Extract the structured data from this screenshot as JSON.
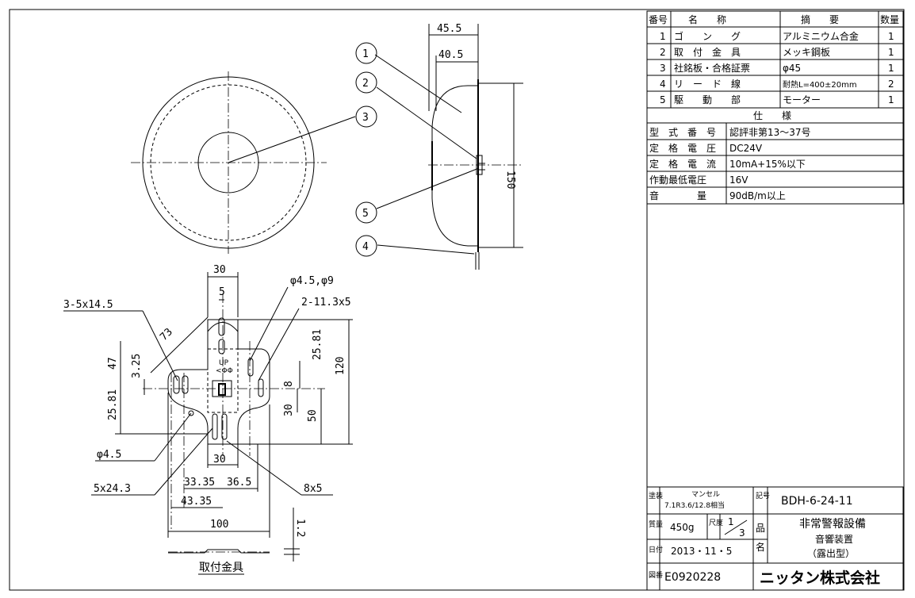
{
  "parts_table": {
    "headers": {
      "no": "番号",
      "name": "名　　称",
      "spec": "摘　　要",
      "qty": "数量"
    },
    "rows": [
      {
        "no": "1",
        "name": "ゴ　　ン　　グ",
        "spec": "アルミニウム合金",
        "qty": "1"
      },
      {
        "no": "2",
        "name": "取　付　金　具",
        "spec": "メッキ鋼板",
        "qty": "1"
      },
      {
        "no": "3",
        "name": "社銘板・合格証票",
        "spec": "φ45",
        "qty": "1"
      },
      {
        "no": "4",
        "name": "リ　ー　ド　線",
        "spec": "耐熱L=400±20mm",
        "qty": "2"
      },
      {
        "no": "5",
        "name": "駆　　動　　部",
        "spec": "モーター",
        "qty": "1"
      }
    ]
  },
  "spec_table": {
    "title": "仕　　様",
    "rows": [
      {
        "label": "型　式　番　号",
        "value": "認評非第13～37号"
      },
      {
        "label": "定　格　電　圧",
        "value": "DC24V"
      },
      {
        "label": "定　格　電　流",
        "value": "10mA+15%以下"
      },
      {
        "label": "作動最低電圧",
        "value": "16V"
      },
      {
        "label": "音　　　　量",
        "value": "90dB/m以上"
      }
    ]
  },
  "title_block": {
    "paint_label": "塗装",
    "paint_top": "マンセル",
    "paint_value": "7.1R3.6/12.8相当",
    "symbol_label": "記号",
    "symbol_value": "BDH-6-24-11",
    "mass_label": "質量",
    "mass_value": "450g",
    "scale_label": "尺度",
    "scale_num": "1",
    "scale_den": "3",
    "product_label": "品",
    "name_label": "名",
    "product_l1": "非常警報設備",
    "product_l2": "音響装置",
    "product_l3": "（露出型）",
    "date_label": "日付",
    "date_value": "2013・11・5",
    "drawing_label": "図番",
    "drawing_value": "E0920228",
    "company": "ニッタン株式会社"
  },
  "dimensions": {
    "d45_5": "45.5",
    "d40_5": "40.5",
    "d150": "150",
    "d30_top": "30",
    "d5": "5",
    "hole_dia": "φ4.5,φ9",
    "slot_a": "3-5x14.5",
    "slot_b": "2-11.3x5",
    "d73": "73",
    "d47": "47",
    "d3_25": "3.25",
    "d25_81_l": "25.81",
    "d25_81_r": "25.81",
    "d8": "8",
    "d30_r": "30",
    "d50": "50",
    "d120": "120",
    "phi4_5": "φ4.5",
    "d30_bot": "30",
    "d33_35": "33.35",
    "d36_5": "36.5",
    "d43_35": "43.35",
    "d5x24_3": "5x24.3",
    "d8x5": "8x5",
    "d100": "100",
    "d1_2": "1.2",
    "bracket_caption": "取付金具",
    "plate_text1": "UP",
    "plate_text2": "<ΦΦ"
  },
  "balloons": [
    "1",
    "2",
    "3",
    "5",
    "4"
  ]
}
